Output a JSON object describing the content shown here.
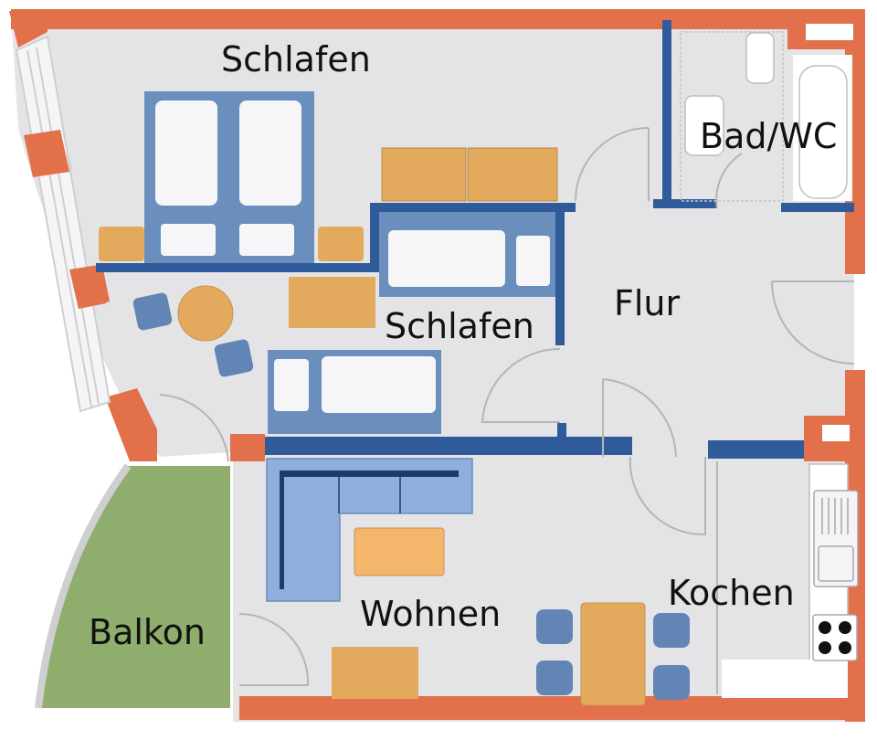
{
  "plan": {
    "rooms": [
      {
        "id": "schlafen-1",
        "label": "Schlafen"
      },
      {
        "id": "schlafen-2",
        "label": "Schlafen"
      },
      {
        "id": "bad-wc",
        "label": "Bad/WC"
      },
      {
        "id": "flur",
        "label": "Flur"
      },
      {
        "id": "wohnen",
        "label": "Wohnen"
      },
      {
        "id": "kochen",
        "label": "Kochen"
      },
      {
        "id": "balkon",
        "label": "Balkon"
      }
    ]
  },
  "colors": {
    "outer_wall": "#e2704a",
    "inner_wall": "#2f5b9a",
    "floor": "#e4e4e6",
    "furniture_wood": "#e3aa5e",
    "bed_frame": "#6a8fbd",
    "sofa": "#8eaedb",
    "chair": "#6285b6",
    "balcony": "#8fae6e",
    "fixture": "#ffffff",
    "door_line": "#b5b5b8"
  }
}
